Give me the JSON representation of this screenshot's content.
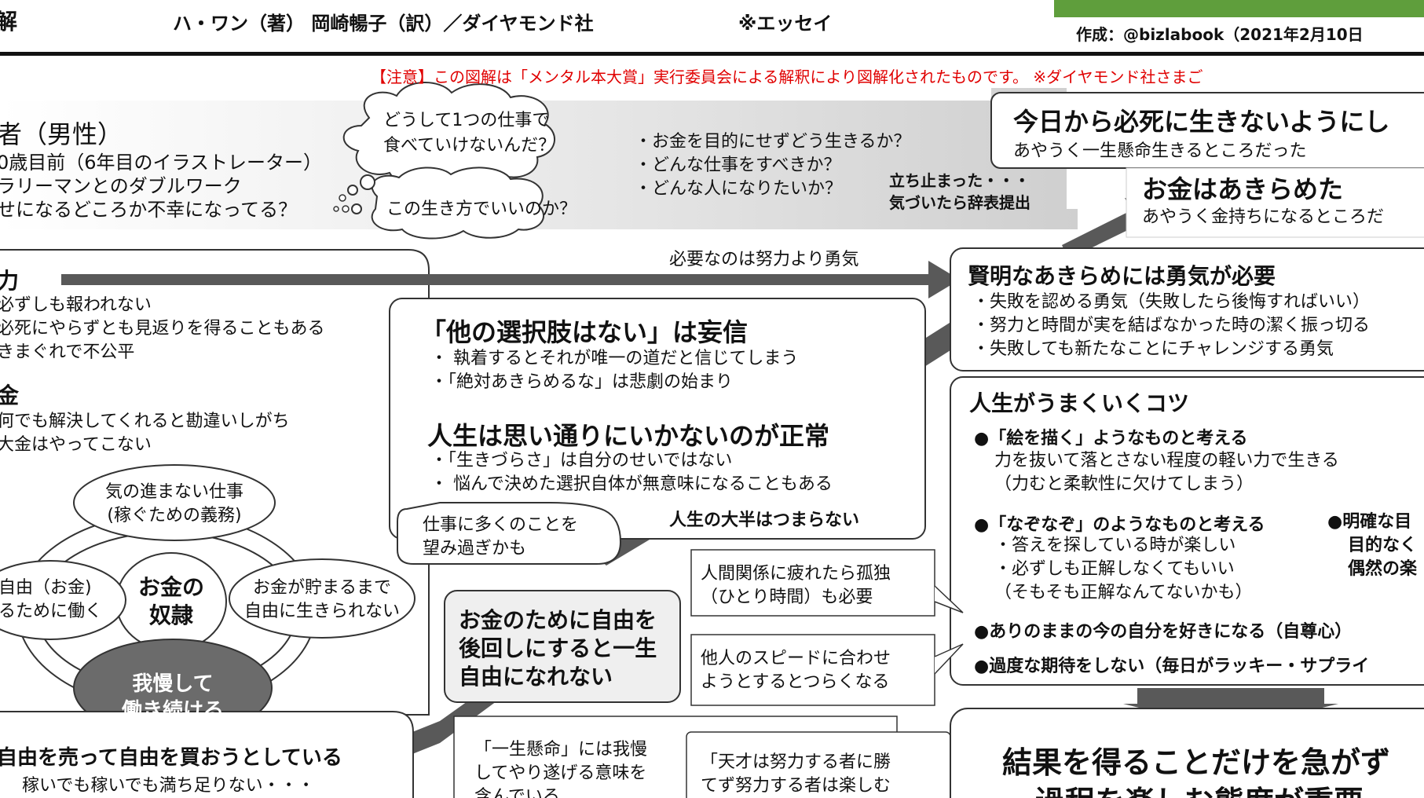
{
  "header": {
    "title_fragment": "解",
    "author_line": "ハ・ワン（著） 岡崎暢子（訳）／ダイヤモンド社",
    "genre": "※エッセイ",
    "credit": "作成：@bizlabook（2021年2月10日"
  },
  "notice": "【注意】この図解は「メンタル本大賞」実行委員会による解釈により図解化されたものです。 ※ダイヤモンド社さまご",
  "profile": {
    "title": "者（男性）",
    "lines": [
      "0歳目前（6年目のイラストレーター）",
      "ラリーマンとのダブルワーク",
      "せになるどころか不幸になってる？"
    ]
  },
  "thoughts": {
    "cloud1_line1": "どうして1つの仕事で",
    "cloud1_line2": "食べていけないんだ？",
    "cloud2": "この生き方でいいのか？"
  },
  "questions": [
    "・お金を目的にせずどう生きるか？",
    "・どんな仕事をすべきか？",
    "・どんな人になりたいか？"
  ],
  "stop": {
    "line1": "立ち止まった・・・",
    "line2": "気づいたら辞表提出"
  },
  "main_message": {
    "title": "今日から必死に生きないようにし",
    "sub": "あやうく一生懸命生きるところだった"
  },
  "gave_up": {
    "title": "お金はあきらめた",
    "sub": "あやうく金持ちになるところだ"
  },
  "effort": {
    "title": "力",
    "lines": [
      "必ずしも報われない",
      "必死にやらずとも見返りを得ることもある",
      "きまぐれで不公平"
    ]
  },
  "money": {
    "title": "金",
    "lines": [
      "何でも解決してくれると勘違いしがち",
      "大金はやってこない"
    ]
  },
  "arrow_label": "必要なのは努力より勇気",
  "cycle": {
    "top_line1": "気の進まない仕事",
    "top_line2": "(稼ぐための義務)",
    "left_line1": "自由（お金)",
    "left_line2": "るために働く",
    "right_line1": "お金が貯まるまで",
    "right_line2": "自由に生きられない",
    "center_line1": "お金の",
    "center_line2": "奴隷",
    "bottom_line1": "我慢して",
    "bottom_line2": "働き続ける"
  },
  "sell_freedom": {
    "title": "自由を売って自由を買おうとしている",
    "sub": "稼いでも稼いでも満ち足りない・・・"
  },
  "center_box": {
    "heading1": "「他の選択肢はない」は妄信",
    "list1": [
      "・ 執着するとそれが唯一の道だと信じてしまう",
      "・「絶対あきらめるな」は悲劇の始まり"
    ],
    "heading2": "人生は思い通りにいかないのが正常",
    "list2": [
      "・「生きづらさ」は自分のせいではない",
      "・ 悩んで決めた選択自体が無意味になることもある"
    ],
    "conclusion": "人生の大半はつまらない"
  },
  "wish_bubble": {
    "line1": "仕事に多くのことを",
    "line2": "望み過ぎかも"
  },
  "freedom_box": {
    "line1": "お金のために自由を",
    "line2": "後回しにすると一生",
    "line3": "自由になれない"
  },
  "notes": {
    "n1_line1": "人間関係に疲れたら孤独",
    "n1_line2": "（ひとり時間）も必要",
    "n2_line1": "他人のスピードに合わせ",
    "n2_line2": "ようとするとつらくなる",
    "n3_line1": "「一生懸命」には我慢",
    "n3_line2": "してやり遂げる意味を",
    "n3_line3": "含んでいる",
    "n4_line1": "「天才は努力する者に勝",
    "n4_line2": "てず努力する者は楽しむ"
  },
  "courage": {
    "title": "賢明なあきらめには勇気が必要",
    "lines": [
      "・失敗を認める勇気（失敗したら後悔すればいい）",
      "・努力と時間が実を結ばなかった時の潔く振っ切る",
      "・失敗しても新たなことにチャレンジする勇気"
    ]
  },
  "tips": {
    "title": "人生がうまくいくコツ",
    "t1_title": "●「絵を描く」ようなものと考える",
    "t1_line1": "力を抜いて落とさない程度の軽い力で生きる",
    "t1_line2": "（力むと柔軟性に欠けてしまう）",
    "t2_title": "●「なぞなぞ」のようなものと考える",
    "t2_line1": "・答えを探している時が楽しい",
    "t2_line2": "・必ずしも正解しなくてもいい",
    "t2_line3": "（そもそも正解なんてないかも）",
    "t3_line1": "●明確な目",
    "t3_line2": "目的なく",
    "t3_line3": "偶然の楽",
    "t4": "●ありのままの今の自分を好きになる（自尊心）",
    "t5": "●過度な期待をしない（毎日がラッキー・サプライ"
  },
  "result": {
    "line1": "結果を得ることだけを急がず",
    "line2": "過程を楽しむ態度が重要"
  },
  "colors": {
    "green": "#5f9e3c",
    "red": "#e00000",
    "dark_gray": "#595959",
    "mid_gray": "#6b6b6b",
    "box_border": "#333333"
  }
}
